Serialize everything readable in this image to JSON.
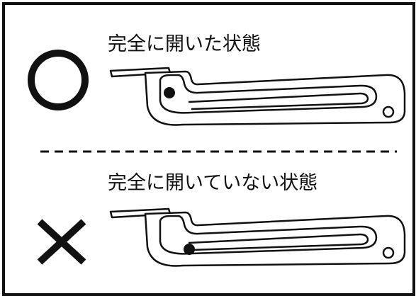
{
  "panels": [
    {
      "caption": "完全に開いた状態",
      "verdict_symbol": "circle-mark",
      "latch_state": "fully-open"
    },
    {
      "caption": "完全に開いていない状態",
      "verdict_symbol": "cross-mark",
      "latch_state": "not-fully-open"
    }
  ],
  "colors": {
    "ink": "#111111",
    "background": "#ffffff"
  }
}
